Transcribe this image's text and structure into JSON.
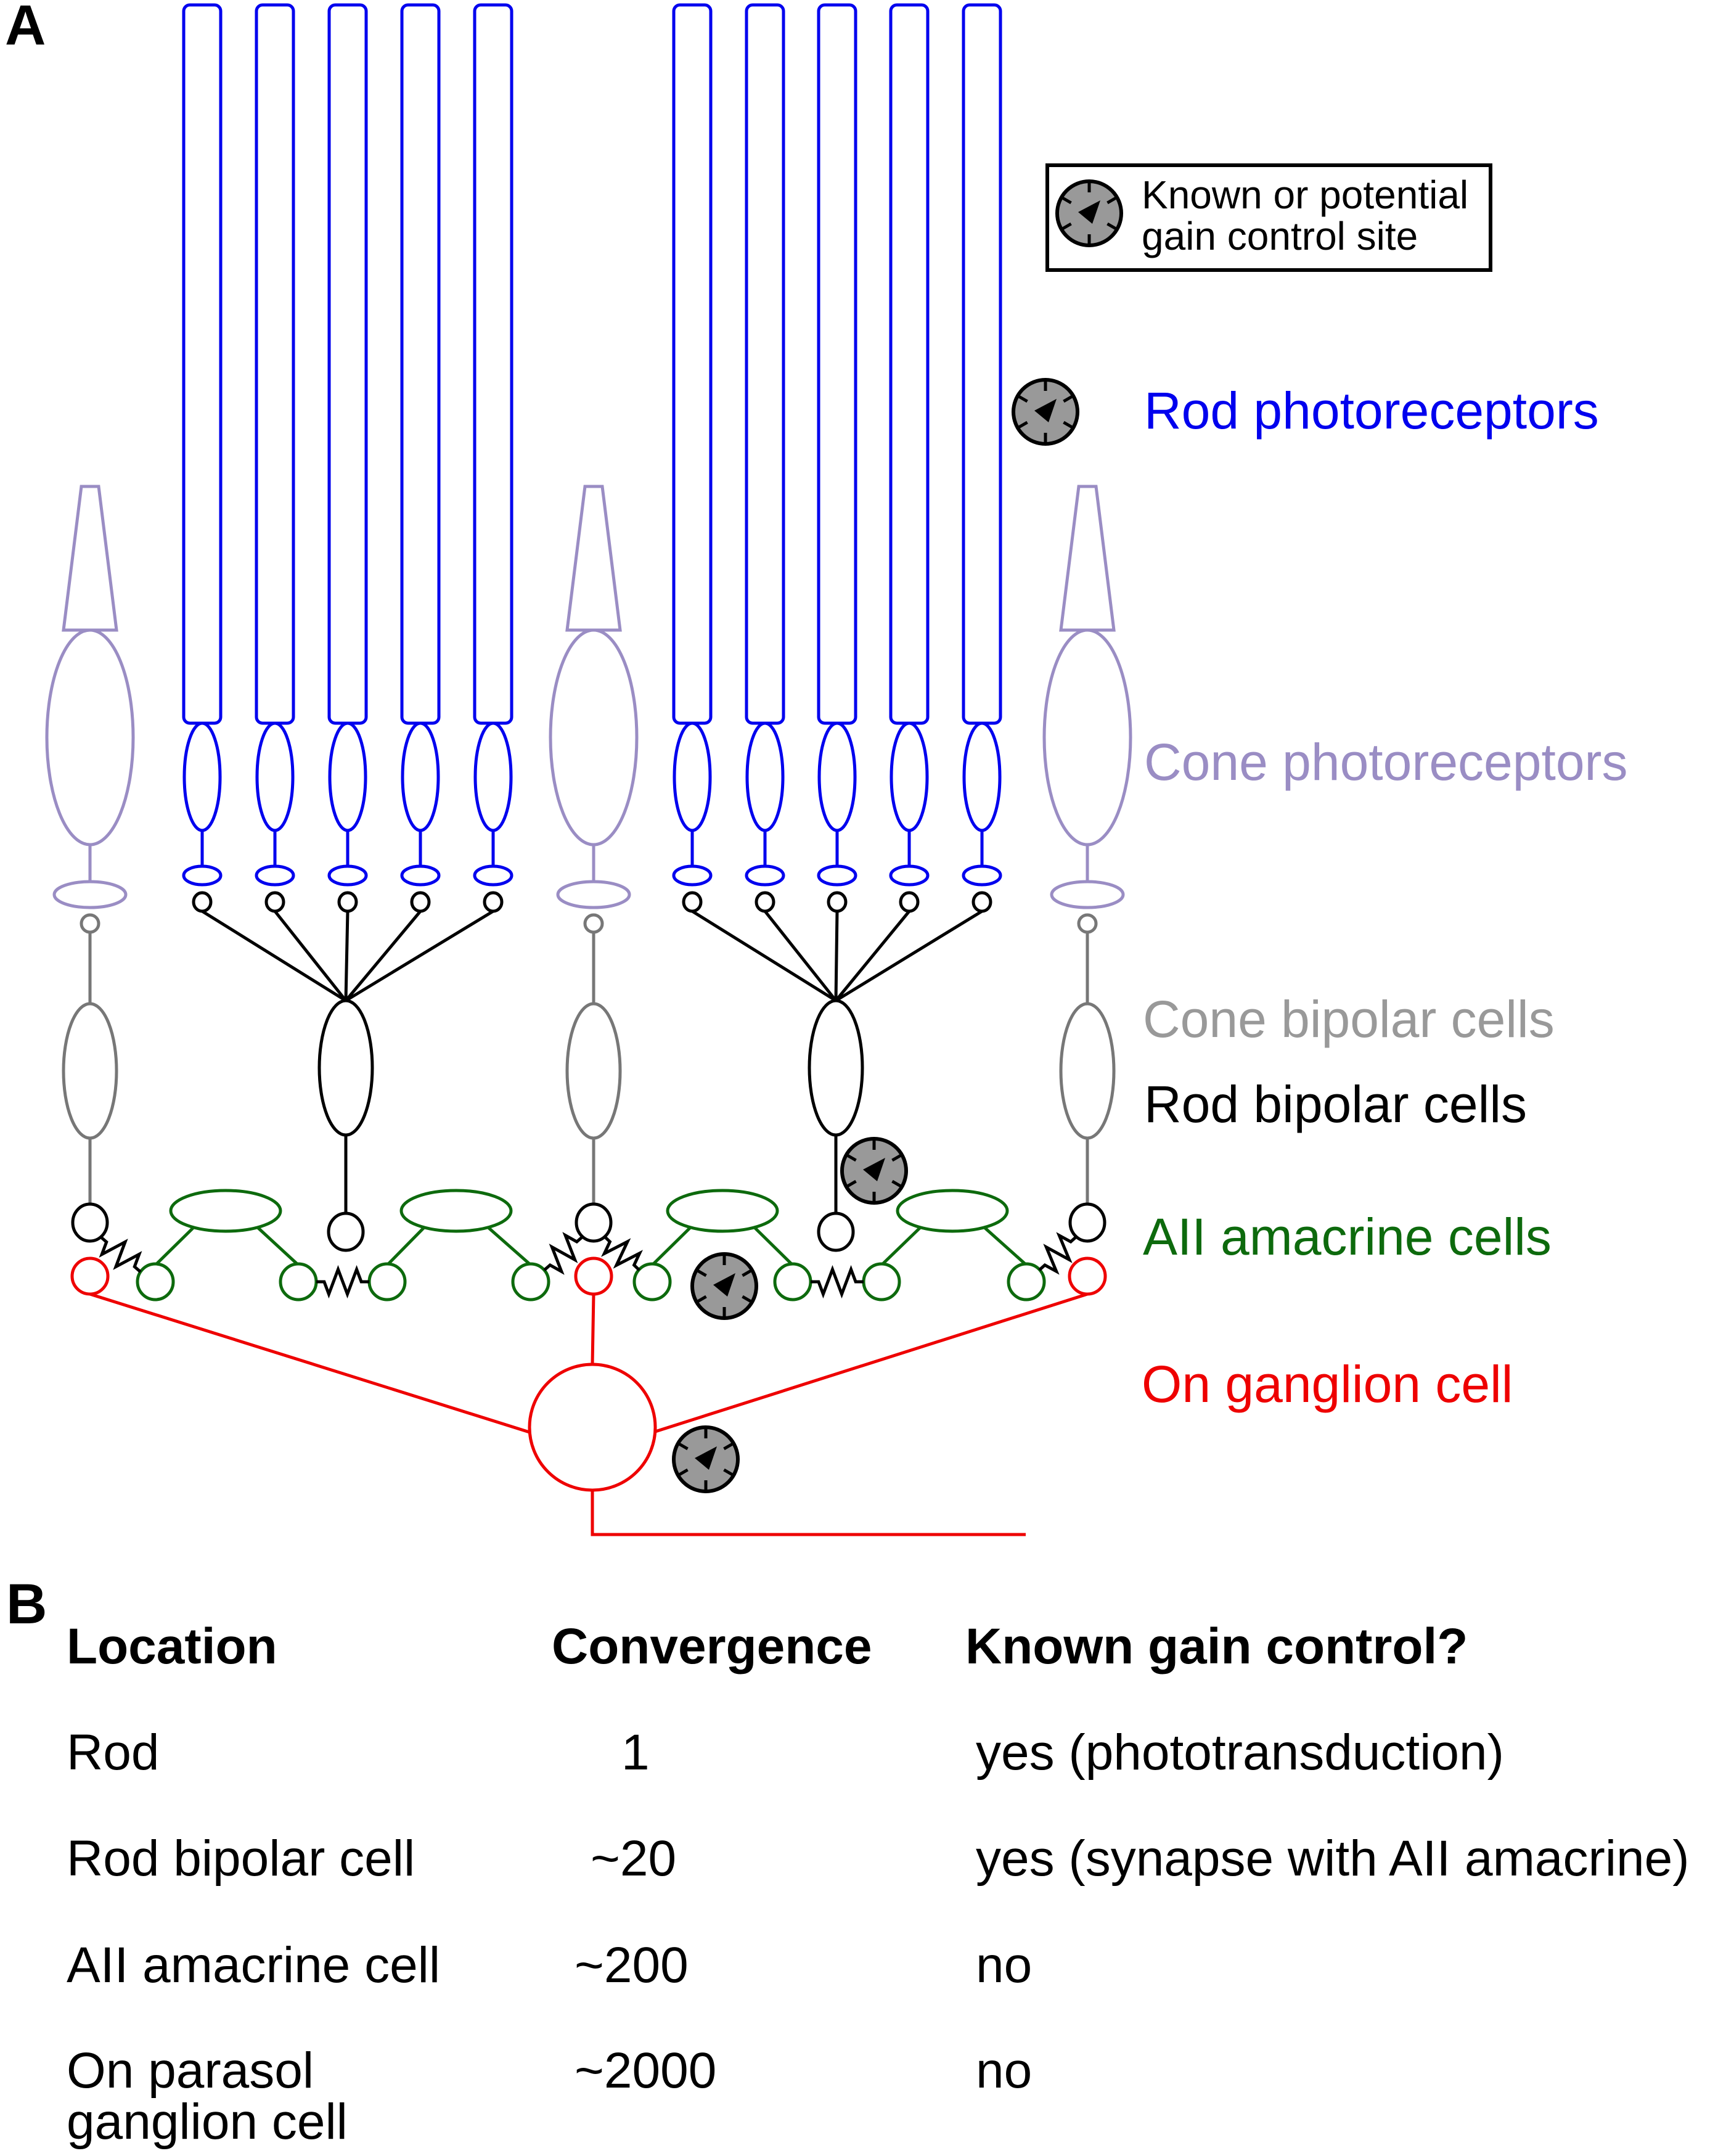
{
  "figure": {
    "panel_a_label": "A",
    "panel_b_label": "B"
  },
  "colors": {
    "rod": "#0000ee",
    "cone": "#9a8dc4",
    "cone_bipolar": "#777777",
    "cone_bipolar_label": "#999999",
    "rod_bipolar": "#000000",
    "amacrine": "#0d6a0d",
    "ganglion": "#ee0000",
    "gain_icon_fill": "#999999",
    "gain_icon_stroke": "#000000"
  },
  "legend": {
    "icon": "gain-control-dial-icon",
    "line1": "Known or potential",
    "line2": "gain control site"
  },
  "layer_labels": {
    "rods": "Rod photoreceptors",
    "cones": "Cone photoreceptors",
    "cone_bipolar": "Cone bipolar cells",
    "rod_bipolar": "Rod bipolar cells",
    "amacrine": "AII amacrine cells",
    "ganglion": "On ganglion cell"
  },
  "diagram_counts": {
    "rods_per_group": 5,
    "rod_groups": 2,
    "cones": 3,
    "rod_bipolar_cells": 2,
    "aii_amacrine_cells": 4,
    "gain_control_sites": 4
  },
  "gain_control_sites": [
    "rod photoreceptors",
    "rod bipolar to AII synapse",
    "AII amacrine network",
    "ganglion cell"
  ],
  "table": {
    "headers": [
      "Location",
      "Convergence",
      "Known gain control?"
    ],
    "rows": [
      {
        "location": [
          "Rod"
        ],
        "convergence": "1",
        "gain_control": "yes (phototransduction)"
      },
      {
        "location": [
          "Rod bipolar cell"
        ],
        "convergence": "~20",
        "gain_control": "yes (synapse with AII amacrine)"
      },
      {
        "location": [
          "AII amacrine cell"
        ],
        "convergence": "~200",
        "gain_control": "no"
      },
      {
        "location": [
          "On parasol",
          "ganglion cell"
        ],
        "convergence": "~2000",
        "gain_control": "no"
      }
    ]
  }
}
